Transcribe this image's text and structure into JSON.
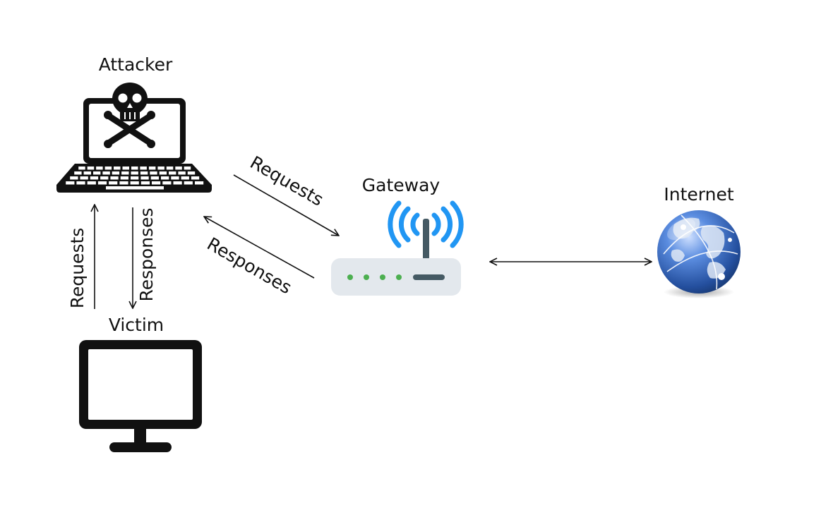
{
  "nodes": {
    "attacker": {
      "label": "Attacker",
      "icon": "skull-laptop-icon"
    },
    "victim": {
      "label": "Victim",
      "icon": "monitor-icon"
    },
    "gateway": {
      "label": "Gateway",
      "icon": "wifi-router-icon"
    },
    "internet": {
      "label": "Internet",
      "icon": "globe-icon"
    }
  },
  "edges": {
    "attacker_to_gateway": {
      "label": "Requests"
    },
    "gateway_to_attacker": {
      "label": "Responses"
    },
    "victim_to_attacker": {
      "label": "Requests"
    },
    "attacker_to_victim": {
      "label": "Responses"
    },
    "gateway_internet": {
      "label": ""
    }
  },
  "colors": {
    "ink": "#111111",
    "wifi_blue": "#2196f3",
    "router_body": "#e3e8ed",
    "router_led": "#4caf50",
    "router_slot": "#455a64",
    "globe_blue": "#2e5fb8",
    "globe_land": "#dfe8f5"
  }
}
